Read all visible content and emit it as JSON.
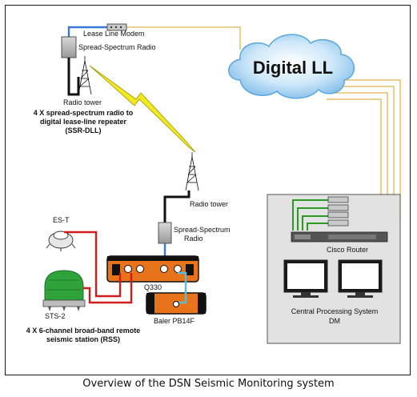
{
  "cloud": {
    "label": "Digital LL"
  },
  "top_site": {
    "modem_label": "Lease Line Modem",
    "radio_label": "Spread-Spectrum Radio",
    "tower_label": "Radio tower",
    "caption_lines": [
      "4 X spread-spectrum radio to",
      "digital lease-line repeater",
      "(SSR-DLL)"
    ]
  },
  "field_site": {
    "tower_label": "Radio tower",
    "radio_label_lines": [
      "Spread-Spectrum",
      "Radio"
    ],
    "est_label": "ES-T",
    "sts_label": "STS-2",
    "q330_label": "Q330",
    "baler_label": "Baler PB14F",
    "caption_lines": [
      "4 X 6-channel broad-band remote",
      "seismic station (RSS)"
    ]
  },
  "center": {
    "router_label": "Cisco Router",
    "cps_label_lines": [
      "Central Processing System",
      "DM"
    ]
  },
  "figure_caption": "Overview of the DSN Seismic Monitoring system",
  "colors": {
    "ethernet": "#3a78d4",
    "power": "#111111",
    "sensor_cable": "#d01c1c",
    "serial": "#5bbcd6",
    "lease_line": "#e0b44a",
    "green_link": "#2c9a22",
    "q330_body": "#e8731a",
    "sts2_dome": "#2fa23a",
    "cloud": "#8ec8ee"
  }
}
